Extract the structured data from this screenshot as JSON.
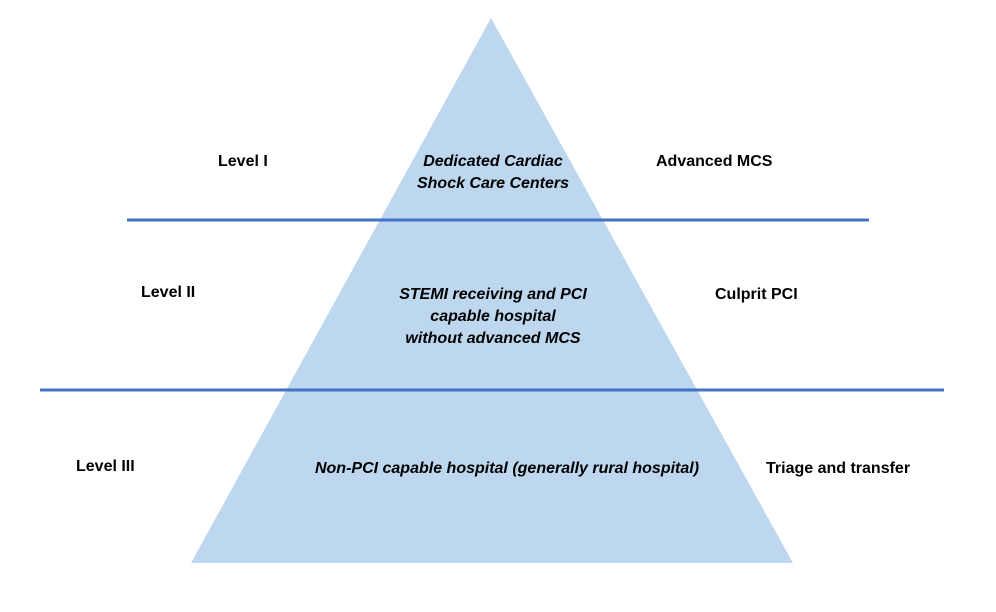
{
  "colors": {
    "pyramid_fill": "#bdd7ee",
    "divider": "#4472c4",
    "text": "#000000"
  },
  "levels": [
    {
      "level_label": "Level I",
      "center_lines": [
        "Dedicated Cardiac",
        "Shock Care Centers"
      ],
      "capability": "Advanced MCS"
    },
    {
      "level_label": "Level II",
      "center_lines": [
        "STEMI receiving and PCI",
        "capable hospital",
        "without advanced MCS"
      ],
      "capability": "Culprit PCI"
    },
    {
      "level_label": "Level III",
      "center_lines": [
        "Non-PCI capable hospital (generally rural hospital)"
      ],
      "capability": "Triage and transfer"
    }
  ]
}
